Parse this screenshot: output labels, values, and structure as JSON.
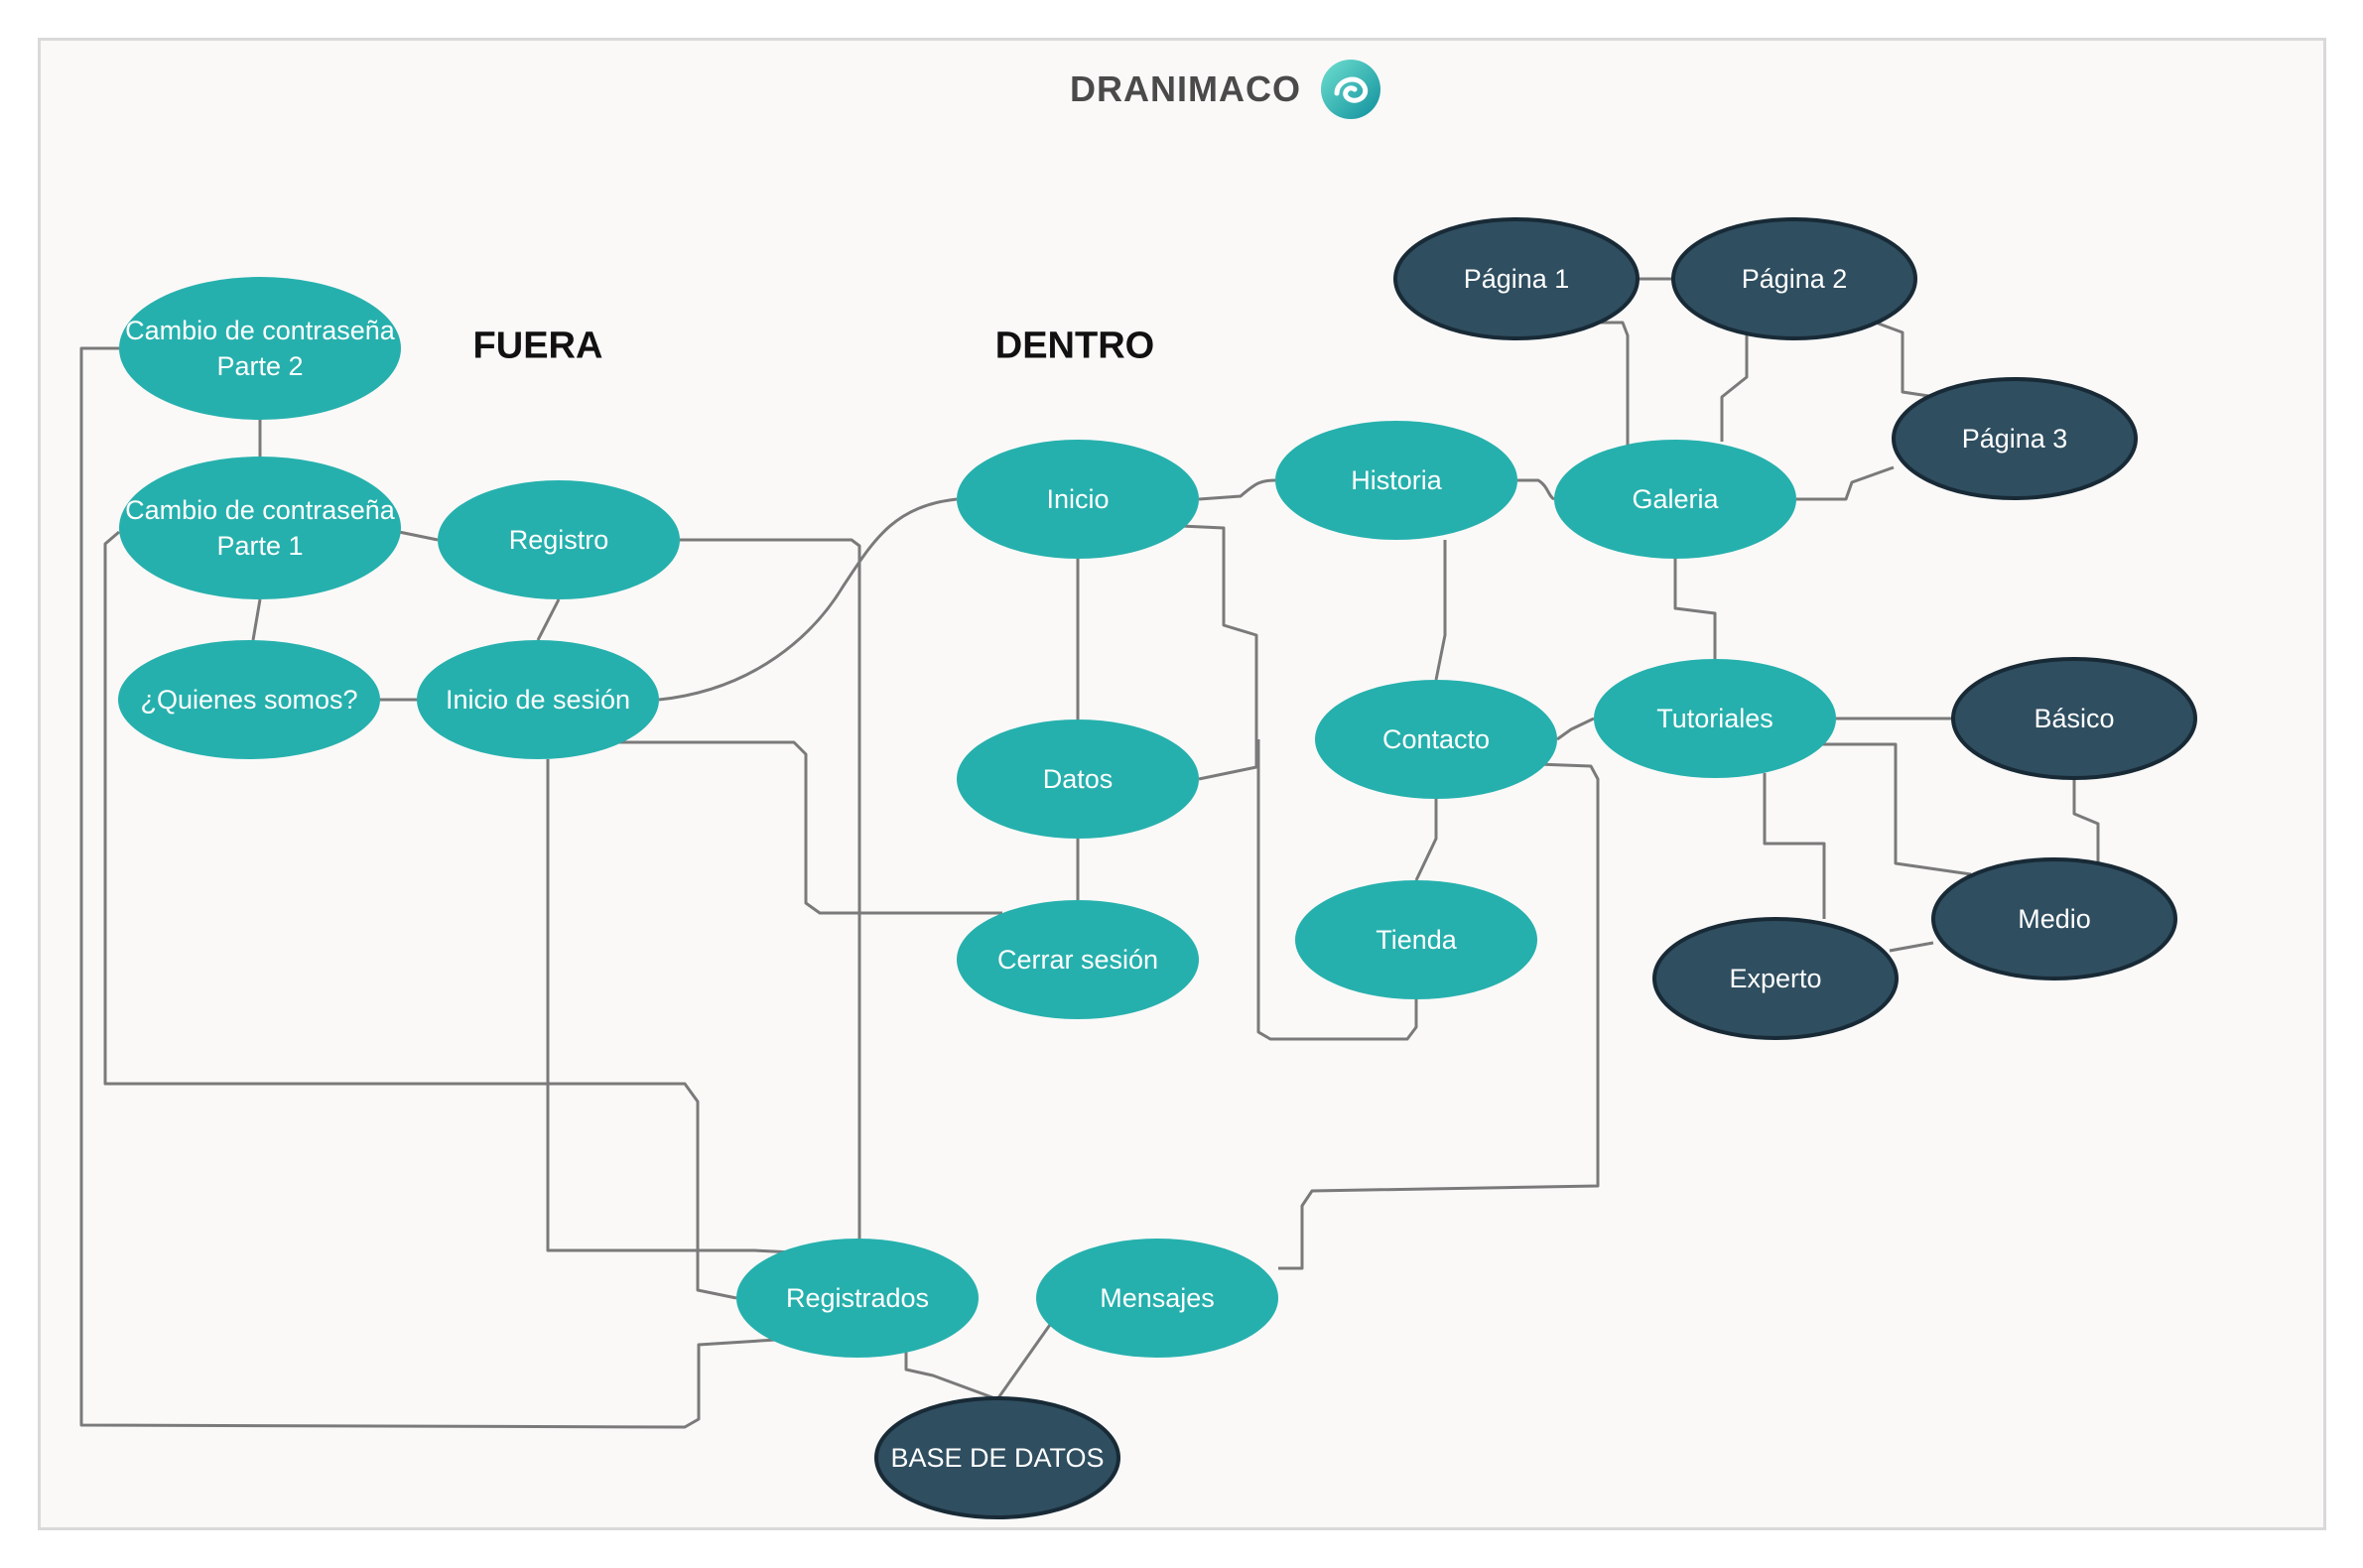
{
  "title": "DRANIMACO",
  "sections": {
    "outside": "FUERA",
    "inside": "DENTRO"
  },
  "colors": {
    "teal": "#26b0ad",
    "dark": "#2f4e60",
    "dark_stroke": "#182a36",
    "line": "#7a7a7a"
  },
  "logo_icon": "swirl-logo-icon",
  "nodes": {
    "cambio2": {
      "label": [
        "Cambio de contraseña",
        "Parte 2"
      ],
      "style": "teal"
    },
    "cambio1": {
      "label": [
        "Cambio de contraseña",
        "Parte 1"
      ],
      "style": "teal"
    },
    "registro": {
      "label": [
        "Registro"
      ],
      "style": "teal"
    },
    "quienes": {
      "label": [
        "¿Quienes somos?"
      ],
      "style": "teal"
    },
    "inicio_sesion": {
      "label": [
        "Inicio de sesión"
      ],
      "style": "teal"
    },
    "inicio": {
      "label": [
        "Inicio"
      ],
      "style": "teal"
    },
    "datos": {
      "label": [
        "Datos"
      ],
      "style": "teal"
    },
    "cerrar": {
      "label": [
        "Cerrar sesión"
      ],
      "style": "teal"
    },
    "historia": {
      "label": [
        "Historia"
      ],
      "style": "teal"
    },
    "contacto": {
      "label": [
        "Contacto"
      ],
      "style": "teal"
    },
    "tienda": {
      "label": [
        "Tienda"
      ],
      "style": "teal"
    },
    "galeria": {
      "label": [
        "Galeria"
      ],
      "style": "teal"
    },
    "tutoriales": {
      "label": [
        "Tutoriales"
      ],
      "style": "teal"
    },
    "pag1": {
      "label": [
        "Página 1"
      ],
      "style": "dark"
    },
    "pag2": {
      "label": [
        "Página 2"
      ],
      "style": "dark"
    },
    "pag3": {
      "label": [
        "Página 3"
      ],
      "style": "dark"
    },
    "basico": {
      "label": [
        "Básico"
      ],
      "style": "dark"
    },
    "medio": {
      "label": [
        "Medio"
      ],
      "style": "dark"
    },
    "experto": {
      "label": [
        "Experto"
      ],
      "style": "dark"
    },
    "registrados": {
      "label": [
        "Registrados"
      ],
      "style": "teal"
    },
    "mensajes": {
      "label": [
        "Mensajes"
      ],
      "style": "teal"
    },
    "bd": {
      "label": [
        "BASE DE DATOS"
      ],
      "style": "dark"
    }
  },
  "edges": [
    [
      "cambio2",
      "cambio1"
    ],
    [
      "cambio1",
      "quienes"
    ],
    [
      "cambio1",
      "registro"
    ],
    [
      "quienes",
      "inicio_sesion"
    ],
    [
      "registro",
      "inicio_sesion"
    ],
    [
      "inicio_sesion",
      "inicio"
    ],
    [
      "inicio",
      "historia"
    ],
    [
      "inicio",
      "datos"
    ],
    [
      "inicio",
      "contacto"
    ],
    [
      "datos",
      "cerrar"
    ],
    [
      "inicio_sesion",
      "cerrar"
    ],
    [
      "historia",
      "galeria"
    ],
    [
      "historia",
      "contacto"
    ],
    [
      "contacto",
      "tienda"
    ],
    [
      "contacto",
      "tutoriales"
    ],
    [
      "galeria",
      "pag1"
    ],
    [
      "galeria",
      "pag2"
    ],
    [
      "galeria",
      "pag3"
    ],
    [
      "pag1",
      "pag2"
    ],
    [
      "pag2",
      "pag3"
    ],
    [
      "galeria",
      "tutoriales"
    ],
    [
      "tutoriales",
      "basico"
    ],
    [
      "tutoriales",
      "medio"
    ],
    [
      "tutoriales",
      "experto"
    ],
    [
      "basico",
      "medio"
    ],
    [
      "medio",
      "experto"
    ],
    [
      "registro",
      "registrados"
    ],
    [
      "inicio_sesion",
      "registrados"
    ],
    [
      "cambio1",
      "registrados"
    ],
    [
      "cambio2",
      "registrados"
    ],
    [
      "registrados",
      "bd"
    ],
    [
      "mensajes",
      "bd"
    ],
    [
      "contacto",
      "mensajes"
    ],
    [
      "datos",
      "tienda"
    ]
  ]
}
